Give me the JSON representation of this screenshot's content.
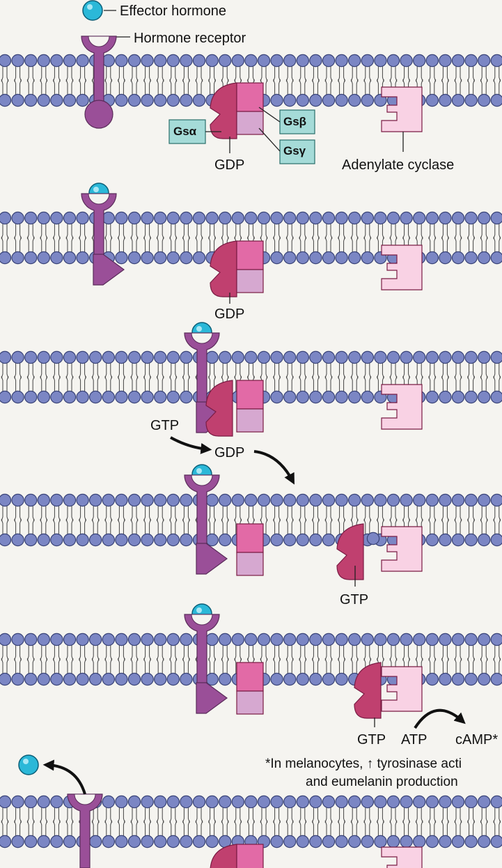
{
  "legend": {
    "effector_hormone": "Effector hormone",
    "hormone_receptor": "Hormone receptor"
  },
  "labels": {
    "gs_alpha": "Gsα",
    "gs_beta": "Gsβ",
    "gs_gamma": "Gsγ",
    "gdp": "GDP",
    "gtp": "GTP",
    "atp": "ATP",
    "camp": "cAMP*",
    "adenylate_cyclase": "Adenylate cyclase"
  },
  "footnote": {
    "line1": "*In melanocytes, ↑ tyrosinase acti",
    "line2": "and eumelanin production"
  },
  "colors": {
    "background": "#f5f4f0",
    "membrane_head": "#7b86c4",
    "membrane_head_stroke": "#3a4478",
    "receptor": "#9a4f98",
    "hormone": "#2bb8d8",
    "gs_alpha": "#c0406f",
    "gs_beta": "#e26aa6",
    "gs_gamma": "#d6a8d0",
    "adenylate_cyclase": "#f9d2e4",
    "label_box": "#a5dbd8"
  }
}
